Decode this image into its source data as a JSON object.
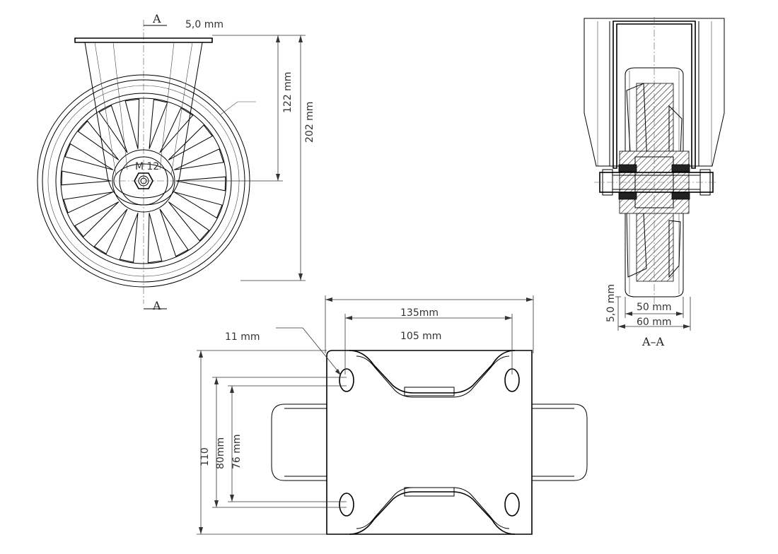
{
  "labels": {
    "section_mark_top": "A",
    "section_mark_bottom": "A",
    "plate_thickness_side": "5,0 mm",
    "height_axle": "122 mm",
    "height_total": "202 mm",
    "thread": "M 12",
    "dim_135": "135mm",
    "dim_105": "105 mm",
    "dim_11": "11 mm",
    "dim_110": "110",
    "dim_80": "80mm",
    "dim_76": "76 mm",
    "dim_5_section": "5,0 mm",
    "dim_50": "50 mm",
    "dim_60": "60 mm",
    "section_title": "A–A"
  }
}
